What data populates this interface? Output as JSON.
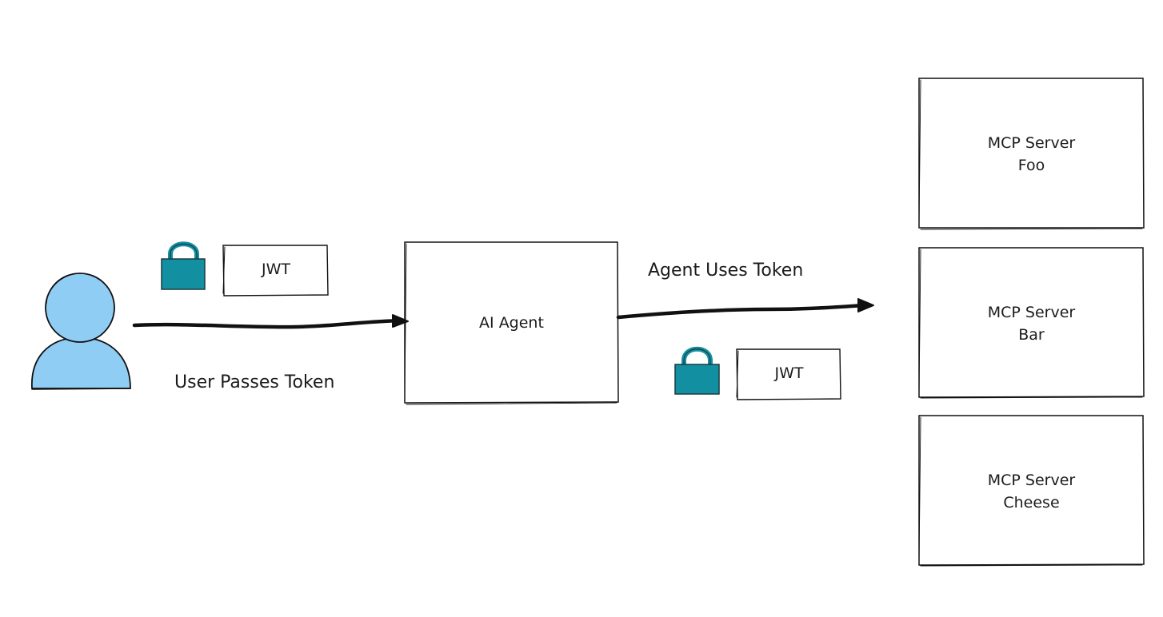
{
  "diagram": {
    "user": {
      "icon": "user-icon",
      "color": "#90cdf4"
    },
    "agent": {
      "label": "AI Agent"
    },
    "flows": {
      "user_to_agent": {
        "label": "User Passes Token",
        "token_label": "JWT",
        "lock_icon": "lock-icon"
      },
      "agent_to_servers": {
        "label": "Agent Uses Token",
        "token_label": "JWT",
        "lock_icon": "lock-icon"
      }
    },
    "servers": [
      {
        "line1": "MCP Server",
        "line2": "Foo"
      },
      {
        "line1": "MCP Server",
        "line2": "Bar"
      },
      {
        "line1": "MCP Server",
        "line2": "Cheese"
      }
    ],
    "colors": {
      "lock": "#128fa1",
      "lock_stroke": "#1a3b40",
      "user_fill": "#90cdf4",
      "stroke": "#111111"
    }
  }
}
